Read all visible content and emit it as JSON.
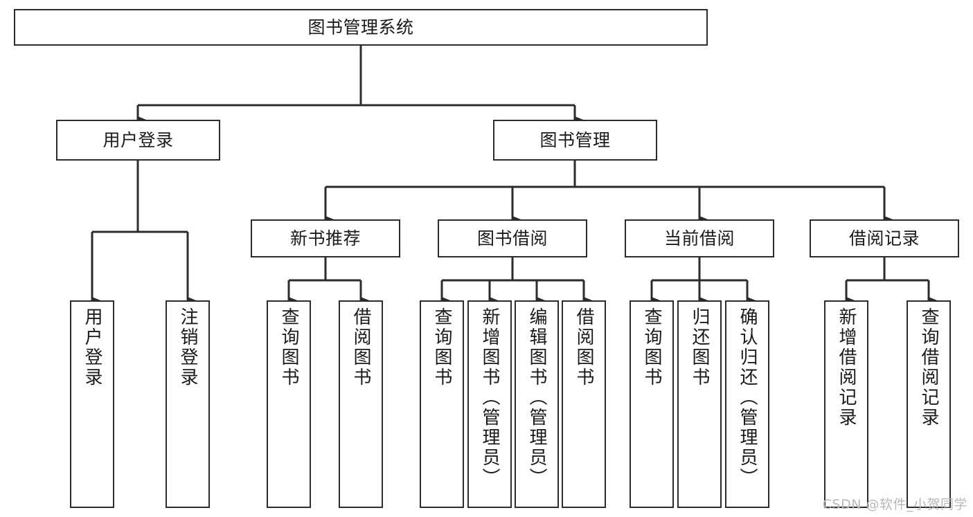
{
  "diagram": {
    "title": "图书管理系统",
    "type": "tree-hierarchy",
    "colors": {
      "box_border": "#2b2b2b",
      "box_fill": "#ffffff",
      "edge": "#2b2b2b",
      "text": "#1a1a1a",
      "watermark": "#b8b8b8",
      "background": "#ffffff"
    },
    "root": {
      "id": "root",
      "label": "图书管理系统"
    },
    "level2": [
      {
        "id": "user-login",
        "label": "用户登录"
      },
      {
        "id": "book-manage",
        "label": "图书管理"
      }
    ],
    "level3": [
      {
        "id": "new-book-rec",
        "label": "新书推荐"
      },
      {
        "id": "book-borrow",
        "label": "图书借阅"
      },
      {
        "id": "current-borrow",
        "label": "当前借阅"
      },
      {
        "id": "borrow-record",
        "label": "借阅记录"
      }
    ],
    "leaves": {
      "user_login": [
        {
          "id": "leaf-user-login",
          "label": "用户登录"
        },
        {
          "id": "leaf-logout",
          "label": "注销登录"
        }
      ],
      "new_book_rec": [
        {
          "id": "leaf-query-book-1",
          "label": "查询图书"
        },
        {
          "id": "leaf-borrow-book-1",
          "label": "借阅图书"
        }
      ],
      "book_borrow": [
        {
          "id": "leaf-query-book-2",
          "label": "查询图书"
        },
        {
          "id": "leaf-add-book",
          "label": "新增图书（管理员）"
        },
        {
          "id": "leaf-edit-book",
          "label": "编辑图书（管理员）"
        },
        {
          "id": "leaf-borrow-book-2",
          "label": "借阅图书"
        }
      ],
      "current_borrow": [
        {
          "id": "leaf-query-book-3",
          "label": "查询图书"
        },
        {
          "id": "leaf-return-book",
          "label": "归还图书"
        },
        {
          "id": "leaf-confirm-return",
          "label": "确认归还（管理员）"
        }
      ],
      "borrow_record": [
        {
          "id": "leaf-add-record",
          "label": "新增借阅记录"
        },
        {
          "id": "leaf-query-record",
          "label": "查询借阅记录"
        }
      ]
    }
  },
  "watermark": {
    "text": "CSDN @软件_小贺同学"
  }
}
